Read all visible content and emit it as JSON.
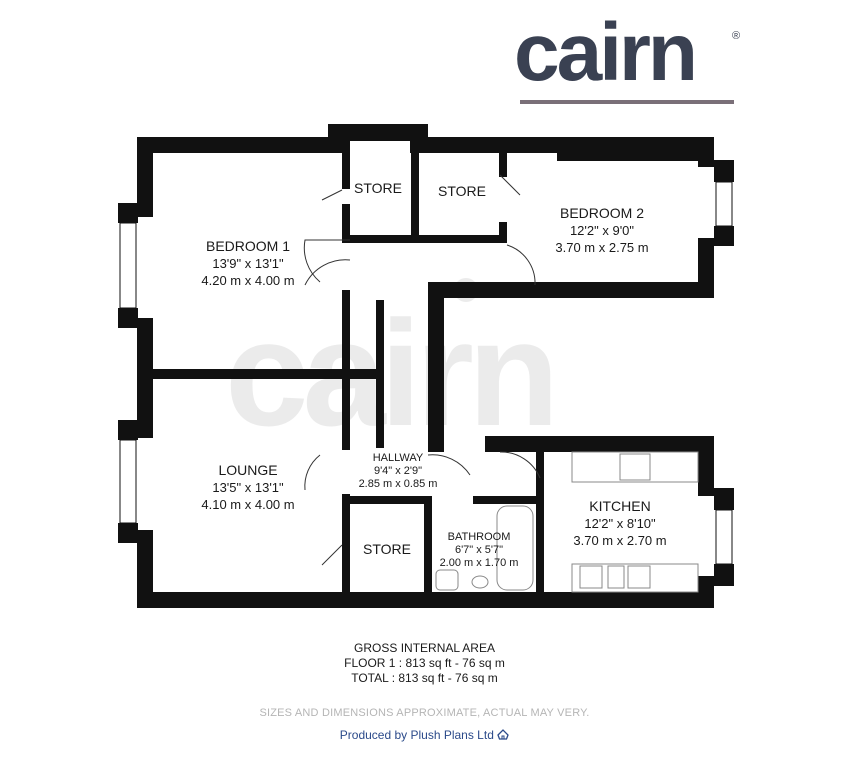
{
  "brand": {
    "name": "cairn",
    "trademark": "®",
    "color": "#3a4152"
  },
  "rooms": {
    "bedroom1": {
      "name": "BEDROOM 1",
      "imperial": "13'9\" x 13'1\"",
      "metric": "4.20 m x 4.00 m"
    },
    "bedroom2": {
      "name": "BEDROOM 2",
      "imperial": "12'2\" x 9'0\"",
      "metric": "3.70 m x 2.75 m"
    },
    "store1": {
      "name": "STORE"
    },
    "store2": {
      "name": "STORE"
    },
    "store3": {
      "name": "STORE"
    },
    "hallway": {
      "name": "HALLWAY",
      "imperial": "9'4\" x 2'9\"",
      "metric": "2.85 m x 0.85 m"
    },
    "lounge": {
      "name": "LOUNGE",
      "imperial": "13'5\" x 13'1\"",
      "metric": "4.10 m x 4.00 m"
    },
    "kitchen": {
      "name": "KITCHEN",
      "imperial": "12'2\" x 8'10\"",
      "metric": "3.70 m x 2.70 m"
    },
    "bathroom": {
      "name": "BATHROOM",
      "imperial": "6'7\" x 5'7\"",
      "metric": "2.00 m x 1.70 m"
    }
  },
  "area": {
    "heading": "GROSS INTERNAL AREA",
    "floor": "FLOOR 1 : 813 sq ft - 76 sq m",
    "total": "TOTAL : 813 sq ft - 76 sq m"
  },
  "disclaimer": "SIZES AND DIMENSIONS APPROXIMATE, ACTUAL MAY VERY.",
  "producer": "Produced by Plush Plans Ltd"
}
